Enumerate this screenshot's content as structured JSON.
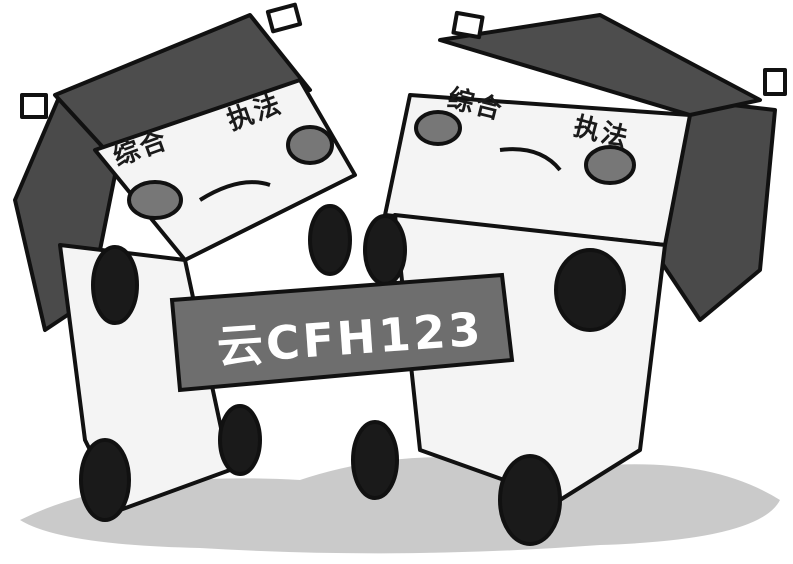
{
  "left_truck": {
    "label_part1": "综合",
    "label_part2": "执法"
  },
  "right_truck": {
    "label_part1": "综合",
    "label_part2": "执法"
  },
  "plate": {
    "text": "云CFH123"
  },
  "colors": {
    "ink": "#111111",
    "truck_body": "#f4f4f4",
    "roof": "#4d4d4d",
    "plate": "#6e6e6e",
    "shadow": "#b3b3b3"
  }
}
